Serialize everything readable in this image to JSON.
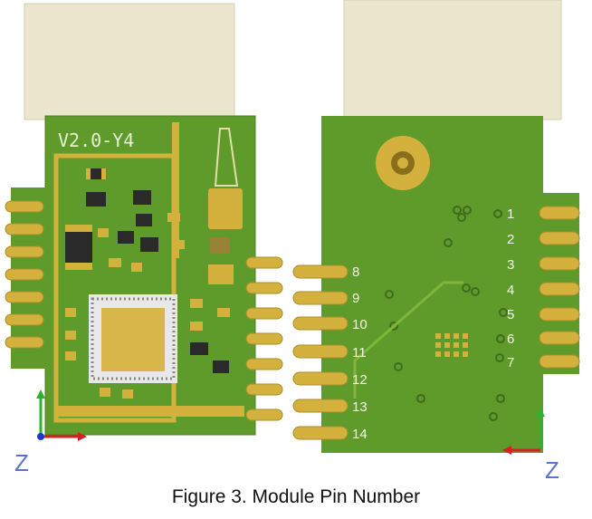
{
  "figure": {
    "caption": "Figure 3. Module Pin Number",
    "silkscreen_label": "V2.0-Y4",
    "left_axis_label": "Z",
    "right_axis_label": "Z",
    "right_pins": [
      "1",
      "2",
      "3",
      "4",
      "5",
      "6",
      "7"
    ],
    "left_pins": [
      "8",
      "9",
      "10",
      "11",
      "12",
      "13",
      "14"
    ]
  },
  "colors": {
    "board_green": "#5f9b2b",
    "trace_green": "#7db63a",
    "gold": "#d3b13c",
    "shield": "#ece6cf",
    "chip": "#d9b64a"
  }
}
